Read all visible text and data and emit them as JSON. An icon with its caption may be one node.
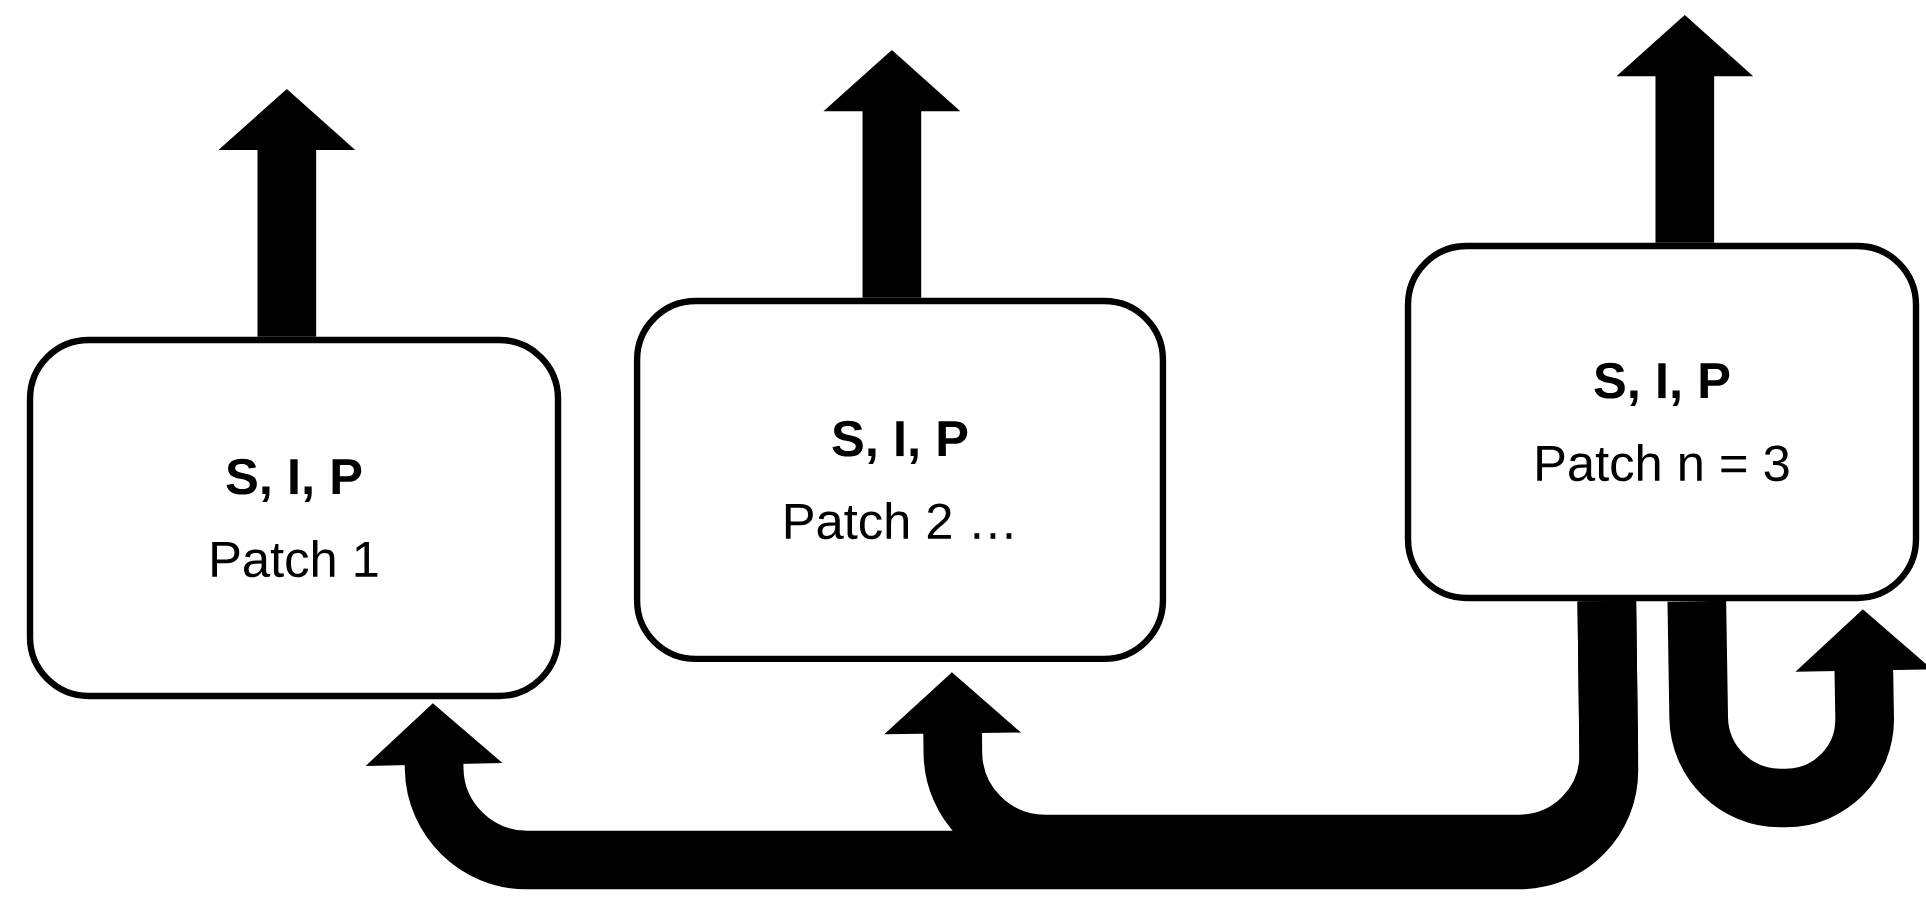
{
  "diagram": {
    "nodes": [
      {
        "text": [
          "S, I, P",
          "Patch 1"
        ]
      },
      {
        "text": [
          "S, I, P",
          "Patch 2 …"
        ]
      },
      {
        "text": [
          "S, I, P",
          "Patch n = 3"
        ]
      }
    ],
    "edges": [
      {
        "from": 0,
        "to": null,
        "arrow": "to"
      },
      {
        "from": 1,
        "to": null,
        "arrow": "to"
      },
      {
        "from": 2,
        "to": null,
        "arrow": "to"
      },
      {
        "from": 2,
        "to": 0,
        "arrow": "to"
      },
      {
        "from": 2,
        "to": 1,
        "arrow": "to"
      },
      {
        "from": 2,
        "to": 2,
        "arrow": "to"
      }
    ]
  }
}
